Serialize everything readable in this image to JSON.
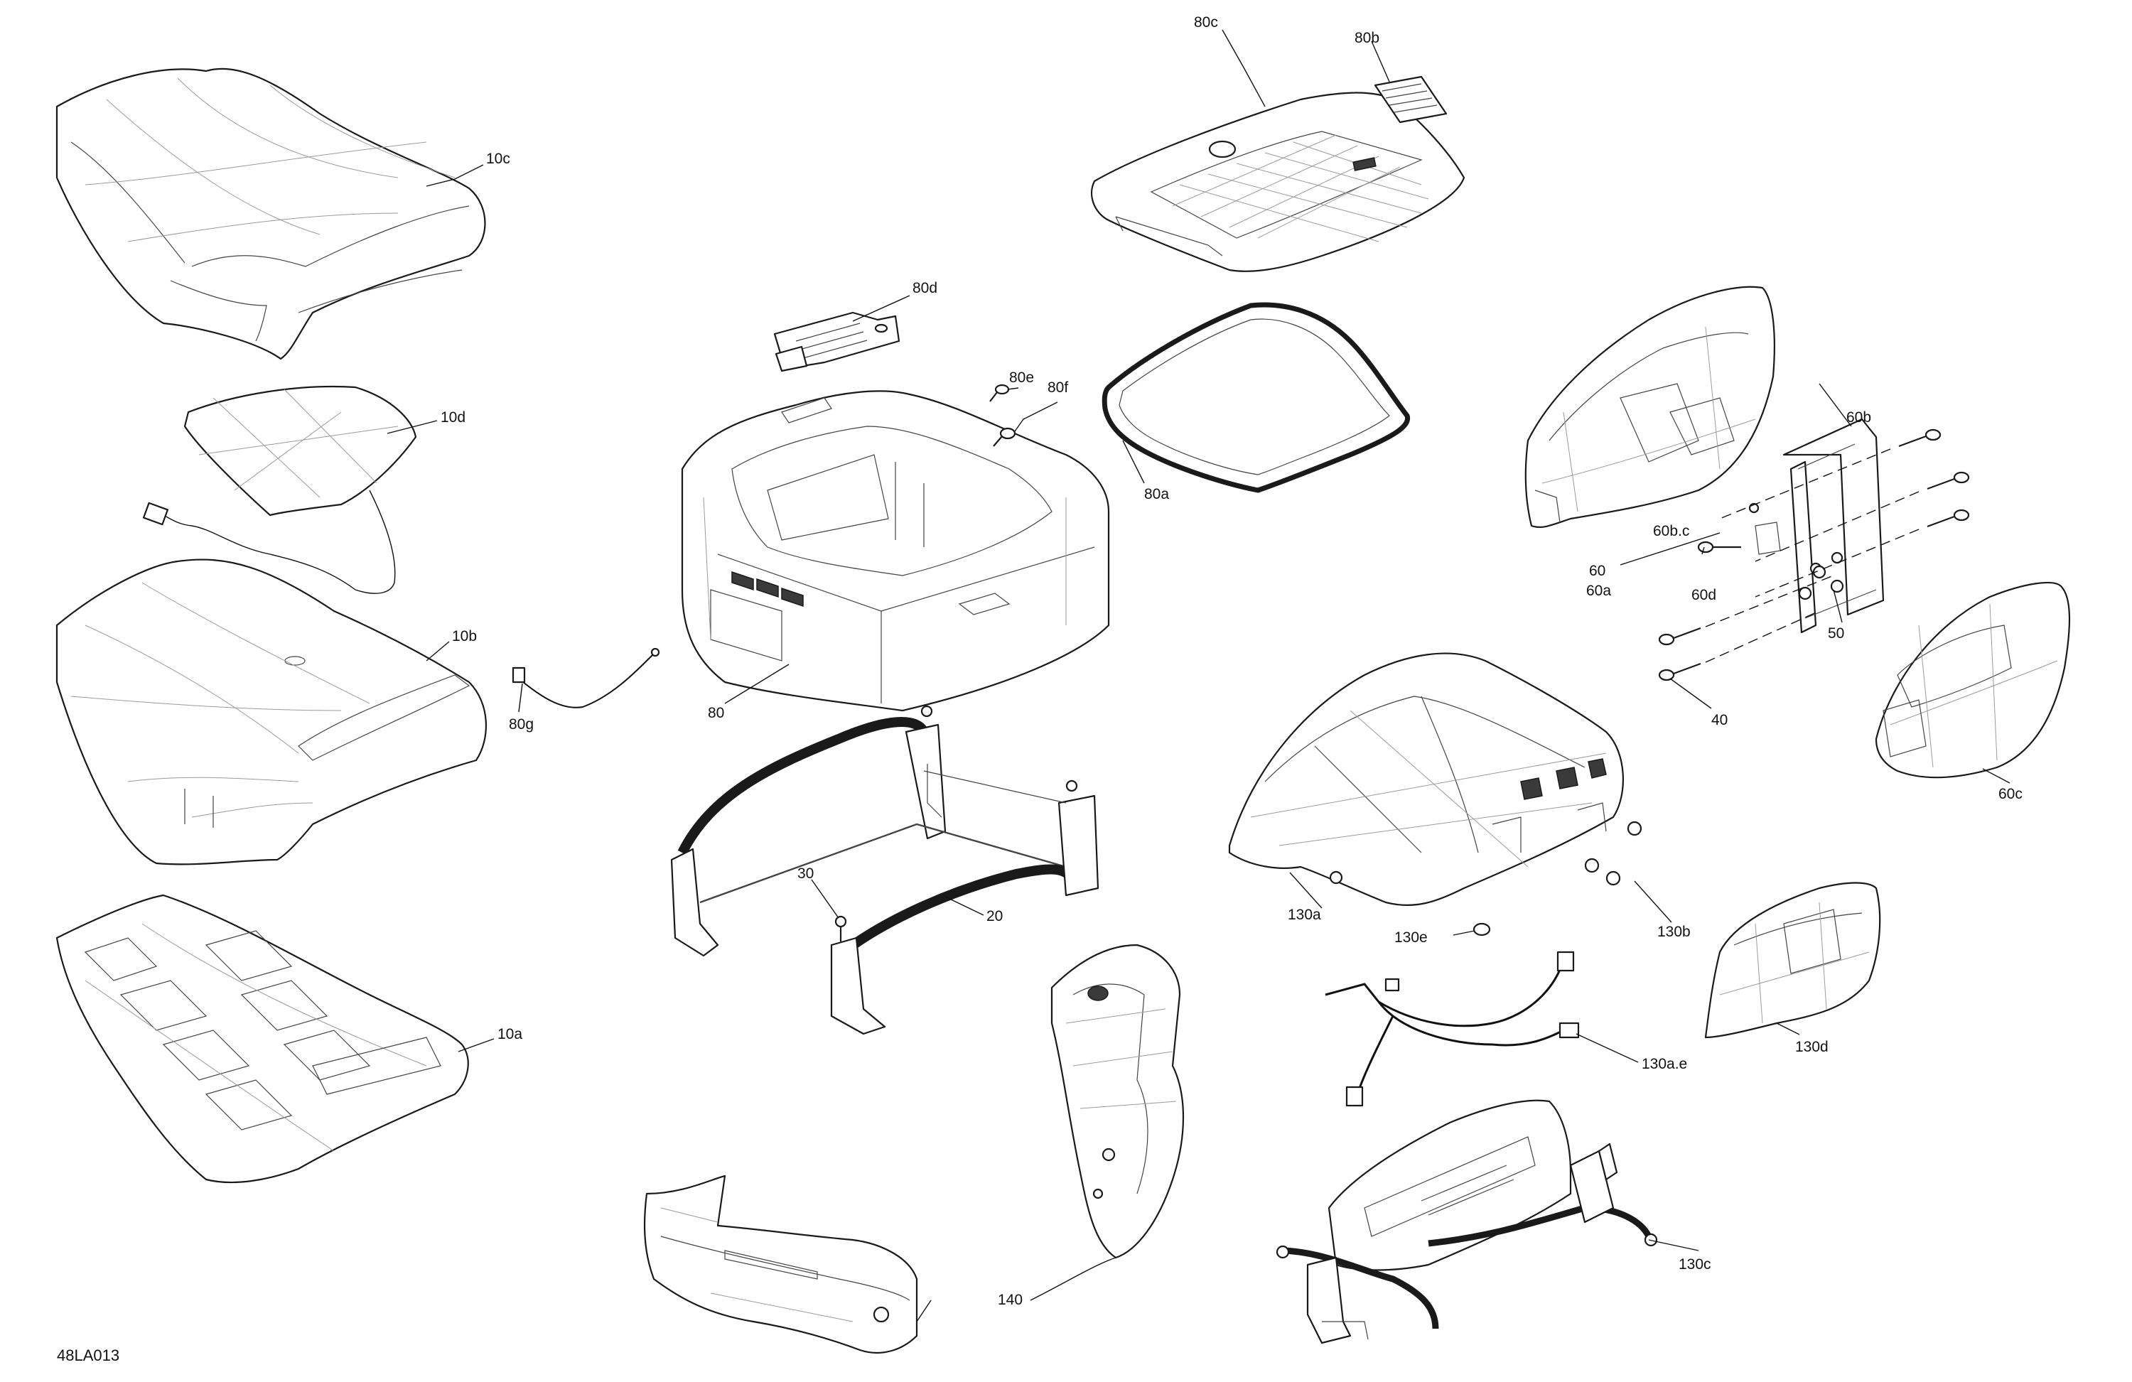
{
  "callouts": {
    "c10c": "10c",
    "c10d": "10d",
    "c10b": "10b",
    "c10a": "10a",
    "c80c": "80c",
    "c80b": "80b",
    "c80d": "80d",
    "c80e": "80e",
    "c80f": "80f",
    "c80a": "80a",
    "c80": "80",
    "c80g": "80g",
    "c30": "30",
    "c20": "20",
    "c140": "140",
    "c60": "60",
    "c60a": "60a",
    "c60b": "60b",
    "c60bc": "60b.c",
    "c60d": "60d",
    "c50": "50",
    "c40": "40",
    "c60c": "60c",
    "c130a": "130a",
    "c130e": "130e",
    "c130b": "130b",
    "c130d": "130d",
    "c130ae": "130a.e",
    "c130c": "130c"
  },
  "drawing_number": "48LA013"
}
